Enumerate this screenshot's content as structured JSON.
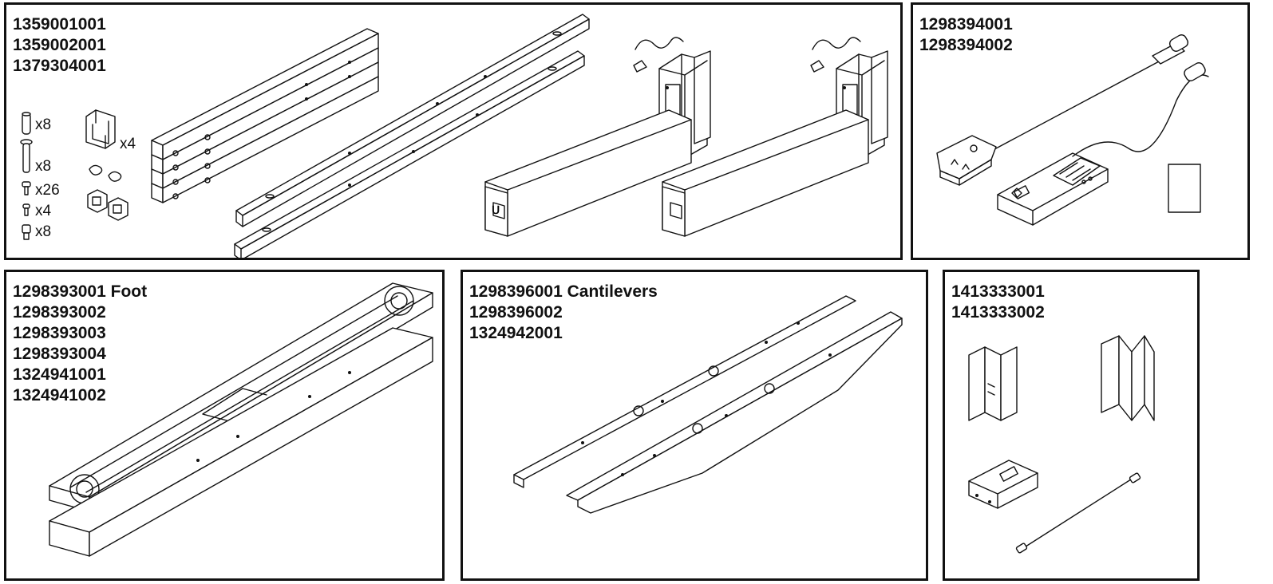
{
  "panels": {
    "frame": {
      "codes": [
        "1359001001",
        "1359002001",
        "1379304001"
      ],
      "quantities": {
        "sleeve": "x8",
        "pin": "x8",
        "screw_a": "x26",
        "screw_b": "x4",
        "screw_c": "x8",
        "bracket": "x4"
      }
    },
    "controls": {
      "codes": [
        "1298394001",
        "1298394002"
      ]
    },
    "foot": {
      "codes": [
        "1298393001  Foot",
        "1298393002",
        "1298393003",
        "1298393004",
        "1324941001",
        "1324941002"
      ]
    },
    "cantilevers": {
      "codes": [
        "1298396001  Cantilevers",
        "1298396002",
        "1324942001"
      ]
    },
    "accessories": {
      "codes": [
        "1413333001",
        "1413333002"
      ]
    }
  }
}
